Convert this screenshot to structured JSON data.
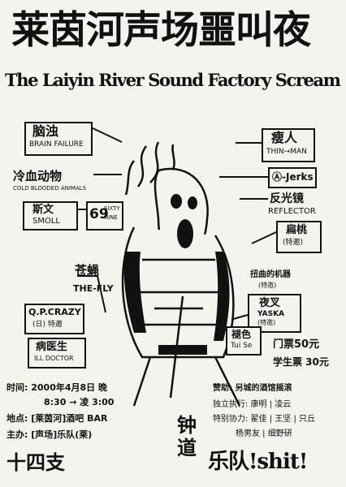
{
  "title_cn": "莱茵河声场噩叫夜",
  "title_en": "The Laiyin River Sound Factory Scream",
  "bands": {
    "brain_failure_cn": "脑浊",
    "brain_failure_en": "BRAIN FAILURE",
    "cold_blooded_cn": "冷血动物",
    "cold_blooded_en": "COLD BLOODED ANIMALS",
    "smoll_cn": "斯文",
    "smoll_en": "SMOLL",
    "sixty_nine_num": "69",
    "sixty_nine_en": "SIXTY NINE",
    "the_fly_cn": "苍蝇",
    "the_fly_en": "THE-FLY",
    "qp_crazy_en": "Q.P.CRAZY",
    "qp_crazy_note": "(日) 特邀",
    "ill_doctor_cn": "病医生",
    "ill_doctor_en": "ILL DOCTOR",
    "thin_man_cn": "瘦人",
    "thin_man_en": "THIN→MAN",
    "jerks": "Ⓐ-Jerks",
    "reflector_cn": "反光镜",
    "reflector_en": "REFLECTOR",
    "bian_tao_cn": "扁桃",
    "bian_tao_note": "(特邀)",
    "twisted_cn": "扭曲的机器",
    "twisted_note": "(特邀)",
    "yaska_cn": "夜叉",
    "yaska_en": "YASKA",
    "yaska_note": "(特邀)",
    "tui_se_cn": "褪色",
    "tui_se_en": "Tui Se"
  },
  "tickets": {
    "door": "门票50元",
    "student": "学生票 30元"
  },
  "info": {
    "time": "时间: 2000年4月8日 晚",
    "hours": "8:30 → 凌 3:00",
    "place": "地点: [莱茵河]酒吧 BAR",
    "host": "主办: [声场]乐队(莱)"
  },
  "credits": {
    "zhongdao": "钟道",
    "sponsor": "赞助: 另城的酒馆摇滚",
    "exec": "独立执行: 康明 | 凌云",
    "assist": "特别协力: 翟佳 | 王坚 | 只丘",
    "assist2": "杨男友 | 细野研"
  },
  "footer": {
    "left": "十四支",
    "right": "乐队!shit!"
  }
}
